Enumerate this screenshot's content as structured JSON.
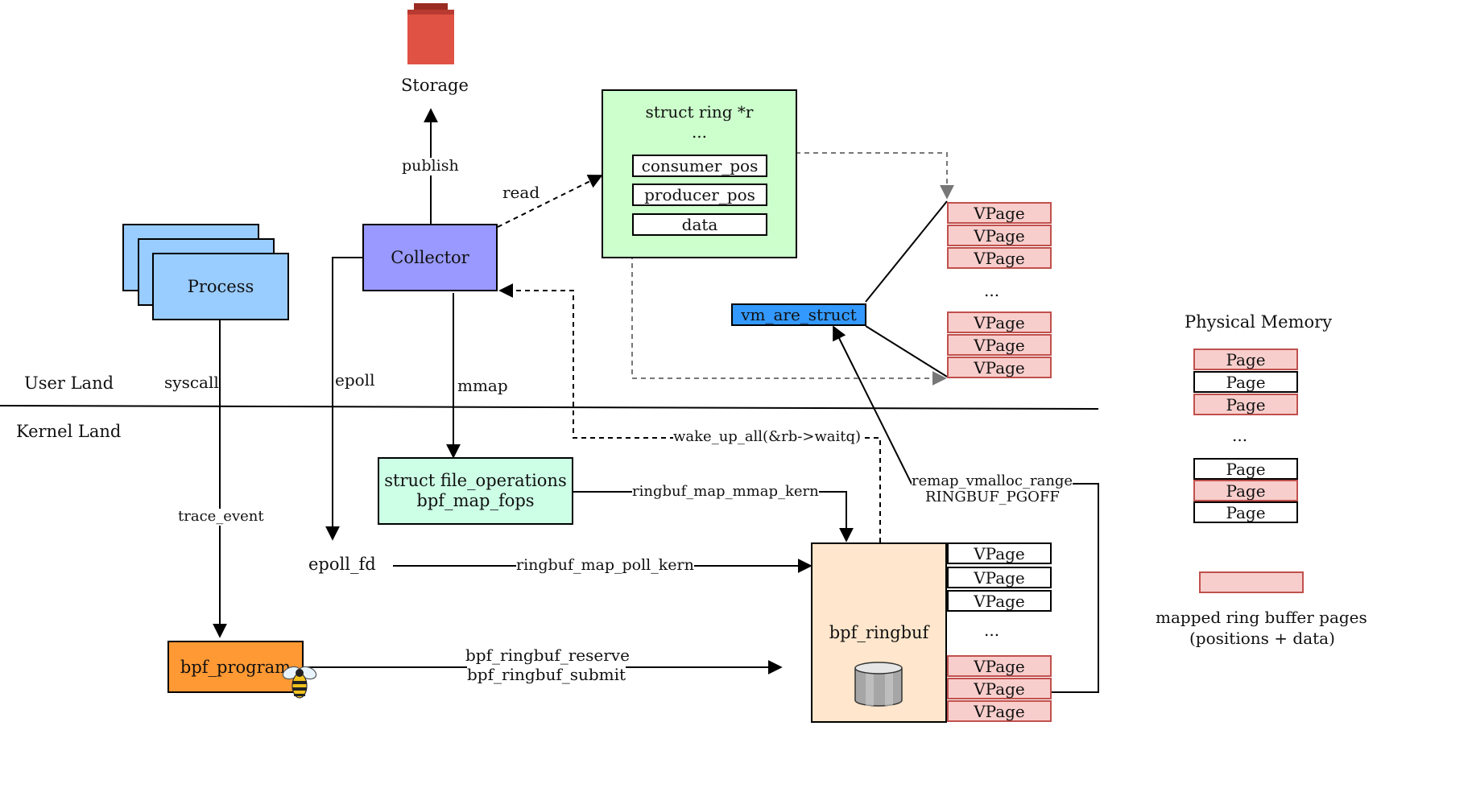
{
  "storage": {
    "label": "Storage"
  },
  "arrows": {
    "publish": "publish",
    "read": "read",
    "syscall": "syscall",
    "epoll": "epoll",
    "mmap": "mmap",
    "trace_event": "trace_event",
    "wake_up": "wake_up_all(&rb->waitq)",
    "ringbuf_map_mmap_kern": "ringbuf_map_mmap_kern",
    "ringbuf_map_poll_kern": "ringbuf_map_poll_kern",
    "reserve": "bpf_ringbuf_reserve",
    "submit": "bpf_ringbuf_submit",
    "remap": "remap_vmalloc_range",
    "ringbuf_pgoff": "RINGBUF_PGOFF"
  },
  "regions": {
    "user_land": "User Land",
    "kernel_land": "Kernel Land"
  },
  "process": {
    "label": "Process"
  },
  "collector": {
    "label": "Collector"
  },
  "struct_ring": {
    "title": "struct ring *r",
    "ellipsis": "...",
    "fields": [
      "consumer_pos",
      "producer_pos",
      "data"
    ]
  },
  "vm_area": {
    "label": "vm_are_struct"
  },
  "vpages_user": {
    "group1": [
      "VPage",
      "VPage",
      "VPage"
    ],
    "ellipsis": "...",
    "group2": [
      "VPage",
      "VPage",
      "VPage"
    ]
  },
  "file_ops": {
    "line1": "struct file_operations",
    "line2": "bpf_map_fops"
  },
  "epoll_fd": {
    "label": "epoll_fd"
  },
  "bpf_program": {
    "label": "bpf_program"
  },
  "bpf_ringbuf": {
    "label": "bpf_ringbuf",
    "pages_top": [
      "VPage",
      "VPage",
      "VPage"
    ],
    "ellipsis": "...",
    "pages_bottom": [
      "VPage",
      "VPage",
      "VPage"
    ]
  },
  "physical_memory": {
    "title": "Physical Memory",
    "pages_top": [
      "Page",
      "Page",
      "Page"
    ],
    "ellipsis": "...",
    "pages_bottom": [
      "Page",
      "Page",
      "Page"
    ]
  },
  "legend": {
    "line1": "mapped ring buffer pages",
    "line2": "(positions + data)"
  },
  "colors": {
    "process_fill": "#99ccff",
    "collector_fill": "#9999ff",
    "struct_ring_fill": "#ccffcc",
    "vm_area_fill": "#3399ff",
    "file_ops_fill": "#ccffe6",
    "bpf_program_fill": "#ff9933",
    "bpf_ringbuf_fill": "#ffe6cc",
    "mapped_page_fill": "#f8cecc",
    "storage_fill": "#e05243"
  },
  "icons": {
    "storage": "storage-bucket-icon",
    "bee": "bee-icon",
    "database": "database-cylinder-icon"
  }
}
